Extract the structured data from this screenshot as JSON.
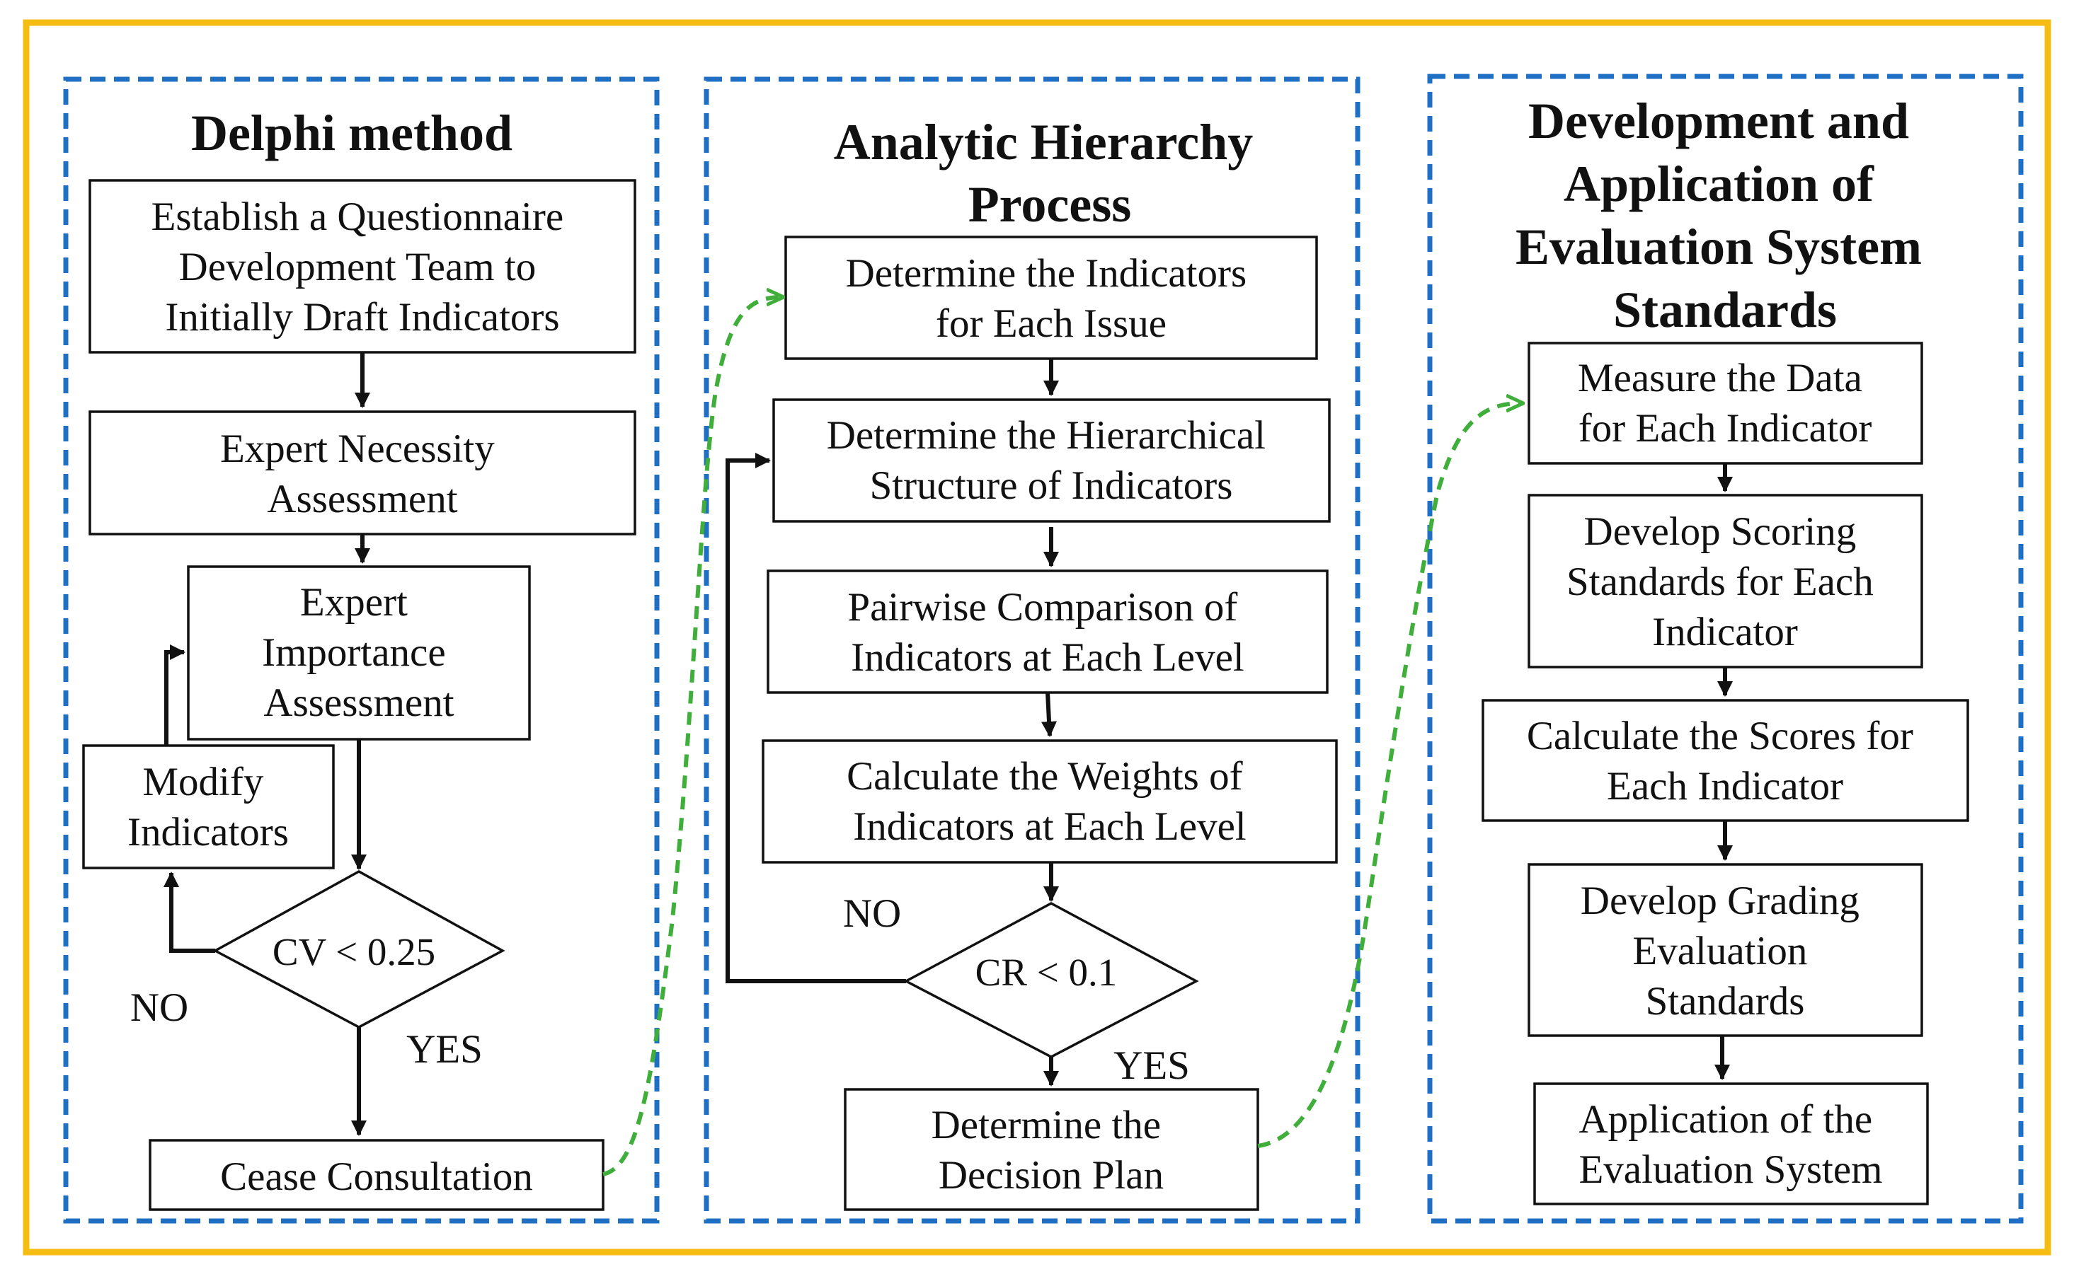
{
  "colors": {
    "outer_border": "#f5bd12",
    "panel_border": "#1f6fc4",
    "connector": "#3fae3a",
    "line": "#111111"
  },
  "panels": {
    "delphi": {
      "title": "Delphi method",
      "steps": {
        "establish": [
          "Establish a Questionnaire",
          "Development Team to",
          "Initially Draft Indicators"
        ],
        "necessity": [
          "Expert Necessity",
          "Assessment"
        ],
        "importance": [
          "Expert",
          "Importance",
          "Assessment"
        ],
        "modify": [
          "Modify",
          "Indicators"
        ],
        "decision": "CV < 0.25",
        "cease": "Cease Consultation"
      },
      "labels": {
        "no": "NO",
        "yes": "YES"
      }
    },
    "ahp": {
      "title": [
        "Analytic Hierarchy",
        "Process"
      ],
      "steps": {
        "indicators": [
          "Determine the Indicators",
          "for Each Issue"
        ],
        "hierarchy": [
          "Determine the Hierarchical",
          "Structure of Indicators"
        ],
        "pairwise": [
          "Pairwise Comparison of",
          "Indicators at Each Level"
        ],
        "weights": [
          "Calculate the Weights of",
          "Indicators at Each Level"
        ],
        "decision": "CR < 0.1",
        "plan": [
          "Determine the",
          "Decision Plan"
        ]
      },
      "labels": {
        "no": "NO",
        "yes": "YES"
      }
    },
    "standards": {
      "title": [
        "Development and",
        "Application of",
        "Evaluation System",
        "Standards"
      ],
      "steps": {
        "measure": [
          "Measure the Data",
          "for Each Indicator"
        ],
        "scoring": [
          "Develop Scoring",
          "Standards for Each",
          "Indicator"
        ],
        "scores": [
          "Calculate the Scores for",
          "Each Indicator"
        ],
        "grading": [
          "Develop Grading",
          "Evaluation",
          "Standards"
        ],
        "application": [
          "Application of the",
          "Evaluation System"
        ]
      }
    }
  }
}
